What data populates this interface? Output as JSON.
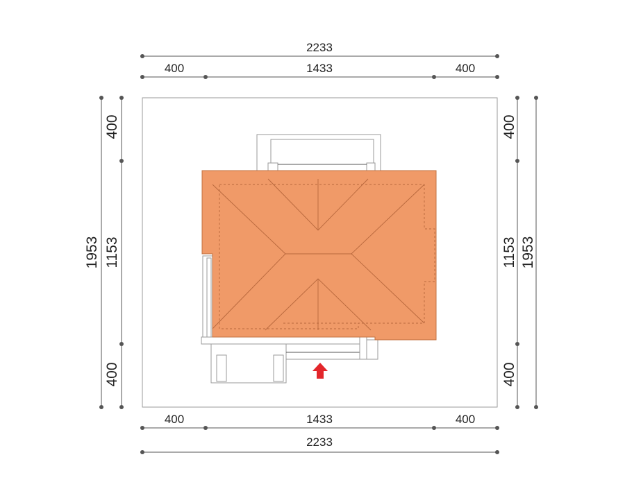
{
  "dimensions": {
    "top_total": "2233",
    "top_left": "400",
    "top_mid": "1433",
    "top_right": "400",
    "bottom_left": "400",
    "bottom_mid": "1433",
    "bottom_right": "400",
    "bottom_total": "2233",
    "left_total": "1953",
    "left_top": "400",
    "left_mid": "1153",
    "left_bottom": "400",
    "right_total": "1953",
    "right_top": "400",
    "right_mid": "1153",
    "right_bottom": "400"
  },
  "colors": {
    "roof": "#f09a68",
    "entrance_arrow": "#e3262b"
  },
  "icons": {
    "entrance": "up-arrow-icon"
  }
}
